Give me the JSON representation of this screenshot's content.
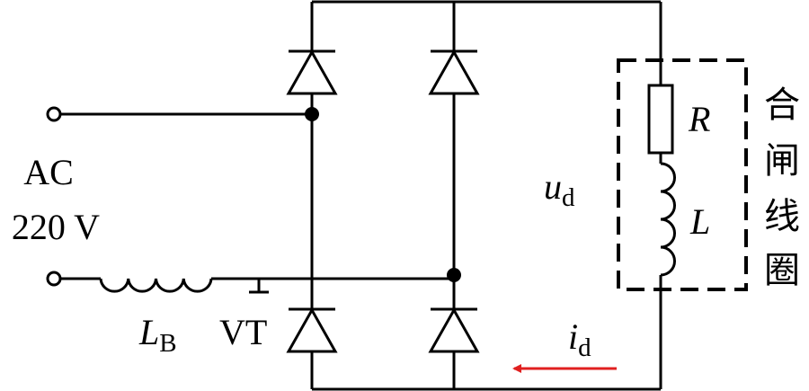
{
  "labels": {
    "source_line1": "AC",
    "source_line2": "220 V",
    "inductor_LB_main": "L",
    "inductor_LB_sub": "B",
    "switch_VT": "VT",
    "voltage_main": "u",
    "voltage_sub": "d",
    "current_main": "i",
    "current_sub": "d",
    "resistor": "R",
    "inductor_L": "L",
    "coil_title_1": "合",
    "coil_title_2": "闸",
    "coil_title_3": "线",
    "coil_title_4": "圈"
  },
  "colors": {
    "current_arrow": "#e02020",
    "line": "#000000"
  }
}
